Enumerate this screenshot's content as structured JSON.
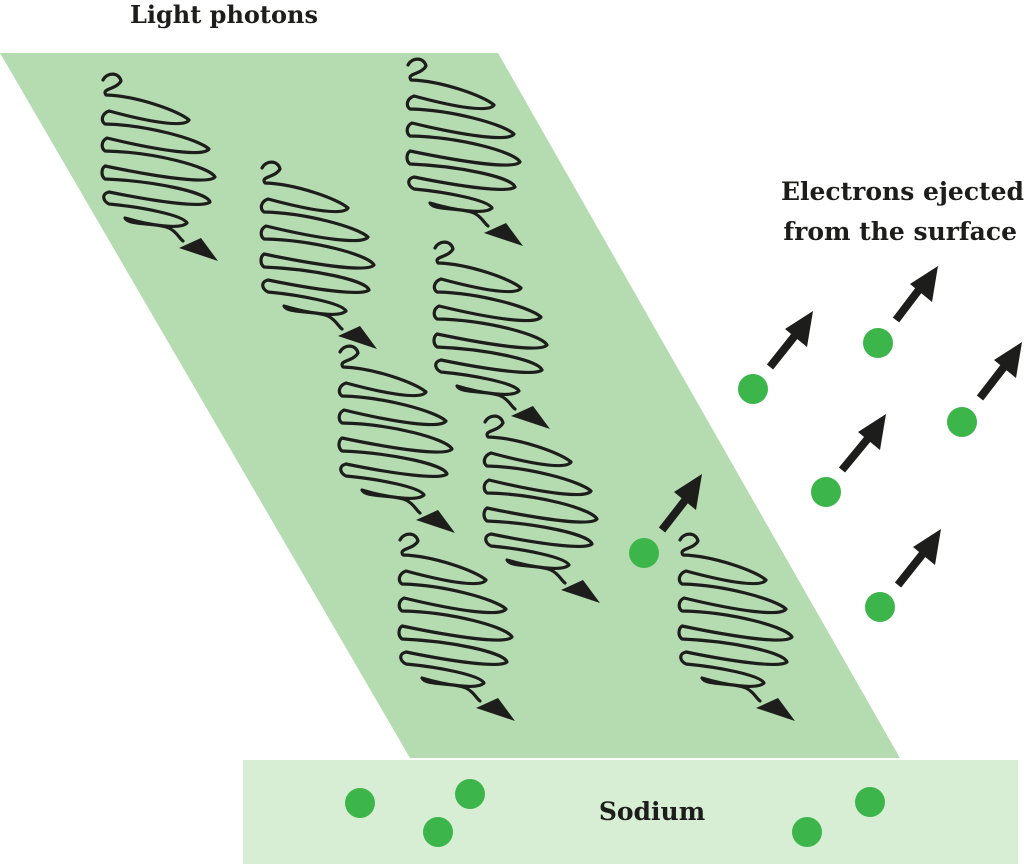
{
  "labels": {
    "photons": "Light photons",
    "electrons_line1": "Electrons ejected",
    "electrons_line2": "from the surface",
    "sodium": "Sodium"
  },
  "colors": {
    "beam": "#b5dcb1",
    "sodium_slab": "#d7eed4",
    "electron": "#3cb54a",
    "ink": "#1d1d1b"
  },
  "icons": {
    "photon": "wavy-photon-with-arrow-icon",
    "electron": "green-dot-icon",
    "ejection": "up-right-arrow-icon"
  }
}
